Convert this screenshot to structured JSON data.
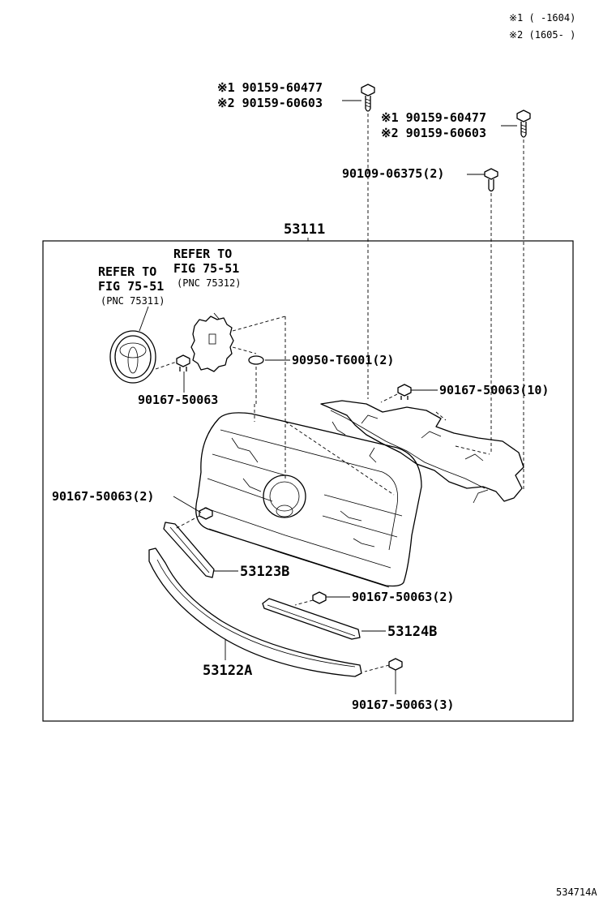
{
  "applicability": {
    "line1": "※1 (     -1604)",
    "line2": "※2 (1605-     )"
  },
  "callouts": {
    "bolt_top_a1": "※1 90159-60477",
    "bolt_top_a2": "※2 90159-60603",
    "bolt_top_b1": "※1 90159-60477",
    "bolt_top_b2": "※2 90159-60603",
    "bolt_c": "90109-06375(2)",
    "grille_assy": "53111",
    "refer1_line1": "REFER TO",
    "refer1_line2": "FIG 75-51",
    "refer1_line3": "(PNC 75312)",
    "refer2_line1": "REFER TO",
    "refer2_line2": "FIG 75-51",
    "refer2_line3": "(PNC 75311)",
    "clip_seal": "90950-T6001(2)",
    "clip_emblem": "90167-50063",
    "clip_bracket": "90167-50063(10)",
    "clip_left": "90167-50063(2)",
    "molding_left": "53123B",
    "clip_right": "90167-50063(2)",
    "molding_right": "53124B",
    "molding_lower": "53122A",
    "clip_lower": "90167-50063(3)"
  },
  "figure_id": "534714A"
}
